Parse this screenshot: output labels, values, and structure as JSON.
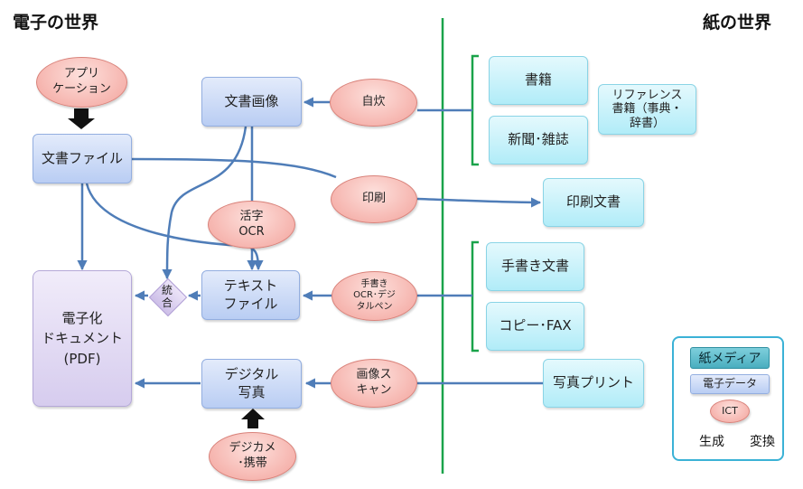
{
  "headings": {
    "left": "電子の世界",
    "right": "紙の世界"
  },
  "nodes": {
    "application": "アプリ\nケーション",
    "text_file": "文書ファイル",
    "document_image": "文書画像",
    "text_data_file": "テキスト\nファイル",
    "digital_photo": "デジタル\n写真",
    "electronic_document": "電子化\nドキュメント\n(PDF)",
    "integrate": "統\n合",
    "self_scan": "自炊",
    "print": "印刷",
    "ocr_type": "活字\nOCR",
    "ocr_handwriting": "手書き\nOCR･デジ\nタルペン",
    "image_scan": "画像ス\nキャン",
    "camera": "デジカメ\n･携帯",
    "books": "書籍",
    "newspaper": "新聞･雑誌",
    "reference": "リファレンス\n書籍（事典・\n辞書）",
    "printed_doc": "印刷文書",
    "handwritten_doc": "手書き文書",
    "copy_fax": "コピー･FAX",
    "photo_print": "写真プリント"
  },
  "legend": {
    "paper_media": "紙メディア",
    "electronic_data": "電子データ",
    "ict": "ICT",
    "generate": "生成",
    "convert": "変換"
  },
  "colors": {
    "divider": "#1aa34a",
    "bracket": "#1aa34a",
    "connector": "#4f7db8",
    "legend_border": "#3bb2d6",
    "paper_media_fill": "#4aaebf"
  }
}
